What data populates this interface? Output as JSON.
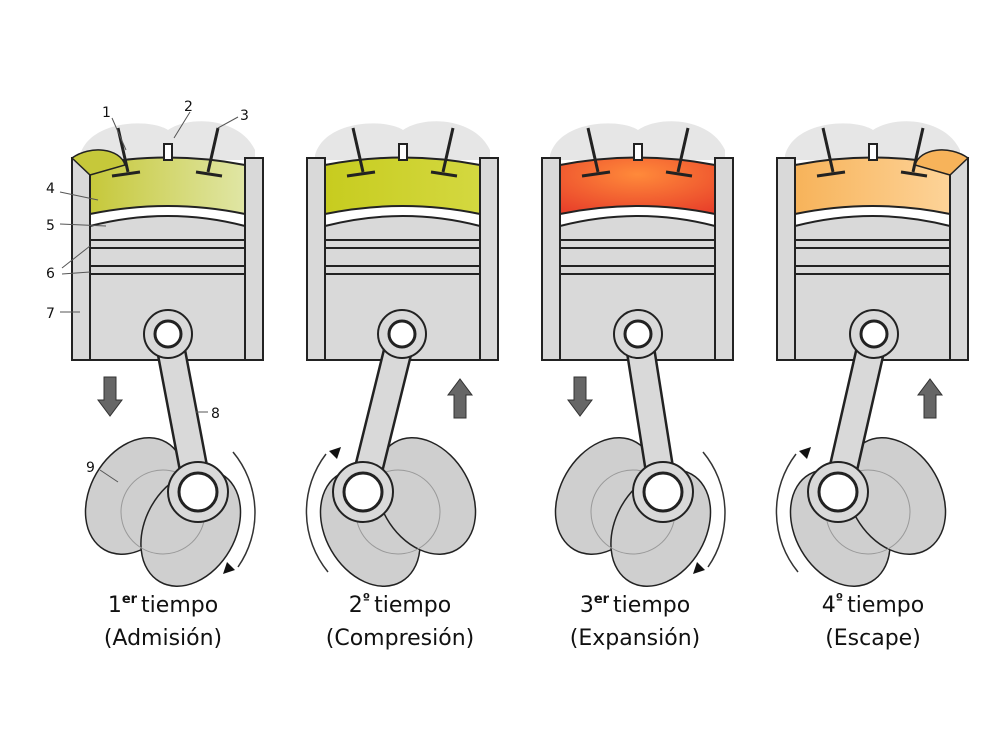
{
  "strokes": [
    {
      "ordinal_number": "1",
      "ordinal_suffix": "er",
      "word": "tiempo",
      "name": "(Admisión)",
      "gas_color_left": "#c6c83a",
      "gas_color_right": "#e0e6a5",
      "piston_arrow": "down",
      "rotation": "clockwise"
    },
    {
      "ordinal_number": "2",
      "ordinal_suffix": "º",
      "word": "tiempo",
      "name": "(Compresión)",
      "gas_color_left": "#c7cc1f",
      "gas_color_right": "#d4d840",
      "piston_arrow": "up",
      "rotation": "counterclockwise"
    },
    {
      "ordinal_number": "3",
      "ordinal_suffix": "er",
      "word": "tiempo",
      "name": "(Expansión)",
      "gas_color_left": "#e8402a",
      "gas_color_right": "#ff8a3a",
      "piston_arrow": "down",
      "rotation": "clockwise"
    },
    {
      "ordinal_number": "4",
      "ordinal_suffix": "º",
      "word": "tiempo",
      "name": "(Escape)",
      "gas_color_left": "#f7b35a",
      "gas_color_right": "#fdd398",
      "piston_arrow": "up",
      "rotation": "counterclockwise"
    }
  ],
  "part_labels": [
    "1",
    "2",
    "3",
    "4",
    "5",
    "6",
    "7",
    "8",
    "9"
  ],
  "colors": {
    "metal": "#d9d9d9",
    "outline": "#222222",
    "arrow": "#666666",
    "crank": "#cfcfcf"
  }
}
